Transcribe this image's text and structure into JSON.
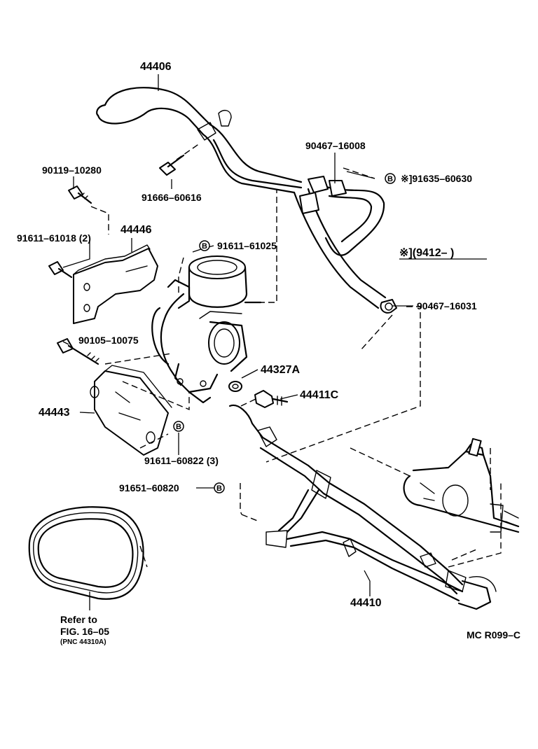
{
  "labels": {
    "p44406": "44406",
    "p90467_16008": "90467–16008",
    "p91635": "※]91635–60630",
    "p90119": "90119–10280",
    "p91666": "91666–60616",
    "p91611_61018": "91611–61018 (2)",
    "p44446": "44446",
    "p91611_61025": "91611–61025",
    "note_9412": "※](9412–          )",
    "p90467_16031": "90467–16031",
    "p90105": "90105–10075",
    "p44327a": "44327A",
    "p44411c": "44411C",
    "p44443": "44443",
    "p91611_60822": "91611–60822 (3)",
    "p91651": "91651–60820",
    "p44410": "44410",
    "refer1": "Refer to",
    "refer2": "FIG. 16–05",
    "refer3": "(PNC 44310A)",
    "code": "MC  R099–C"
  },
  "badge_letter": "B"
}
